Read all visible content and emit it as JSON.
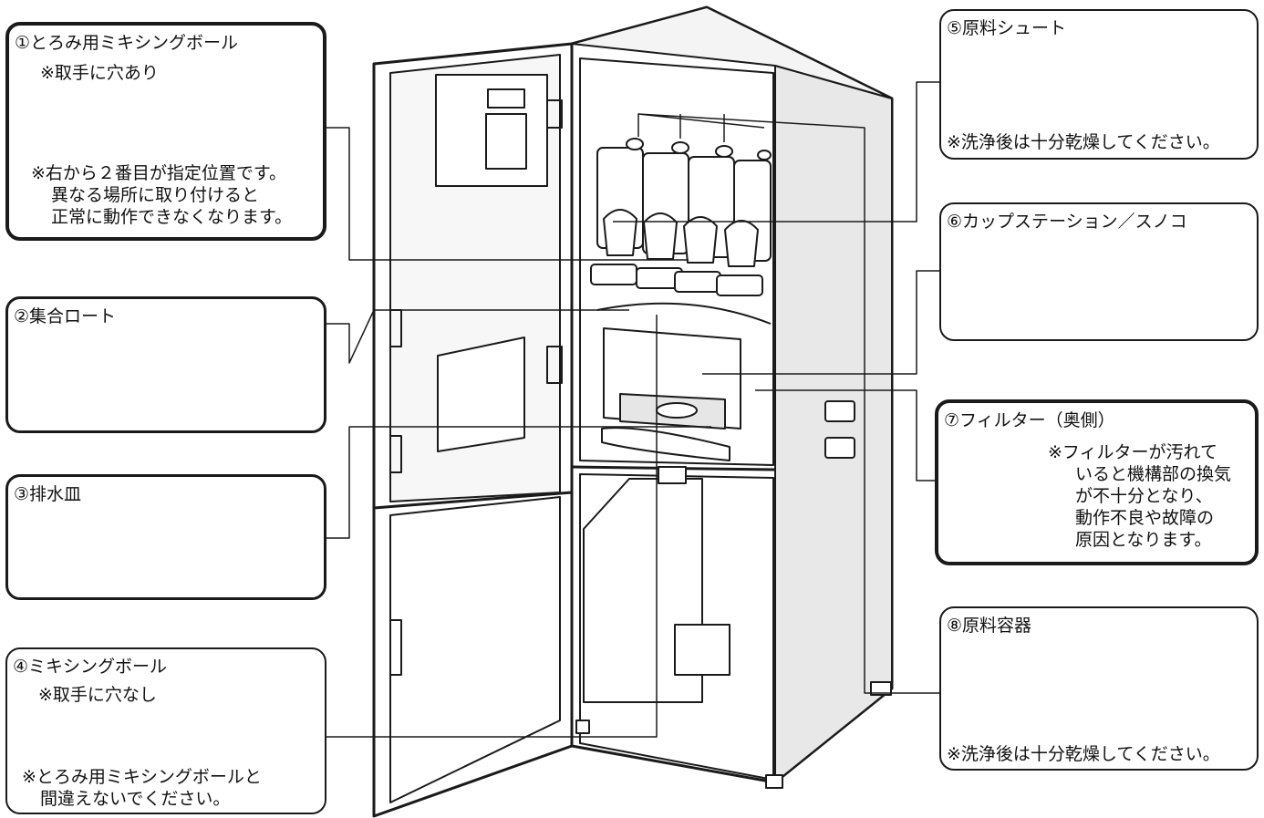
{
  "parts": {
    "p1": {
      "title": "①とろみ用ミキシングボール",
      "sub": "※取手に穴あり",
      "note1": "※右から２番目が指定位置です。",
      "note2": "異なる場所に取り付けると",
      "note3": "正常に動作できなくなります。"
    },
    "p2": {
      "title": "②集合ロート"
    },
    "p3": {
      "title": "③排水皿"
    },
    "p4": {
      "title": "④ミキシングボール",
      "sub": "※取手に穴なし",
      "note1": "※とろみ用ミキシングボールと",
      "note2": "間違えないでください。"
    },
    "p5": {
      "title": "⑤原料シュート",
      "note": "※洗浄後は十分乾燥してください。"
    },
    "p6": {
      "title": "⑥カップステーション／スノコ"
    },
    "p7": {
      "title": "⑦フィルター（奥側）",
      "note1": "※フィルターが汚れて",
      "note2": "いると機構部の換気",
      "note3": "が不十分となり、",
      "note4": "動作不良や故障の",
      "note5": "原因となります。"
    },
    "p8": {
      "title": "⑧原料容器",
      "note": "※洗浄後は十分乾燥してください。"
    }
  },
  "colors": {
    "line": "#1a1a1a",
    "paper": "#ffffff",
    "shade": "#dddddd",
    "frame": "#e8e8e8"
  }
}
